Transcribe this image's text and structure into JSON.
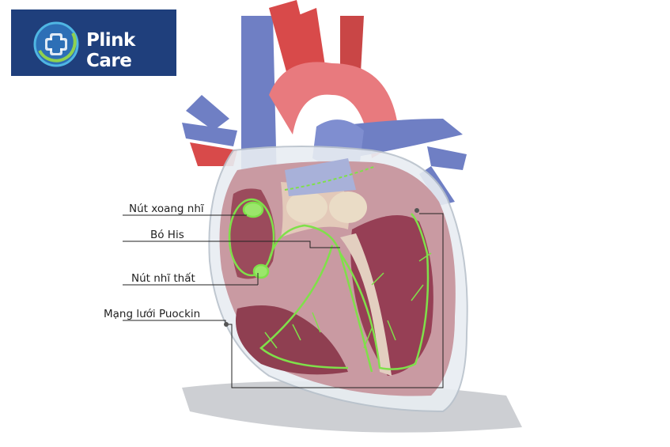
{
  "brand": {
    "name": "Plink Care"
  },
  "labels": {
    "sa_node": "Nút xoang nhĩ",
    "his_bundle": "Bó His",
    "av_node": "Nút nhĩ thất",
    "purkinje": "Mạng lưới Puockin"
  },
  "colors": {
    "logo_bg": "#1f3f7c",
    "conduction": "#7fe04a",
    "vein": "#6f7fc4",
    "artery": "#d84a4a",
    "myocardium": "#9b4b5c",
    "pericardium": "#e8edf2"
  }
}
